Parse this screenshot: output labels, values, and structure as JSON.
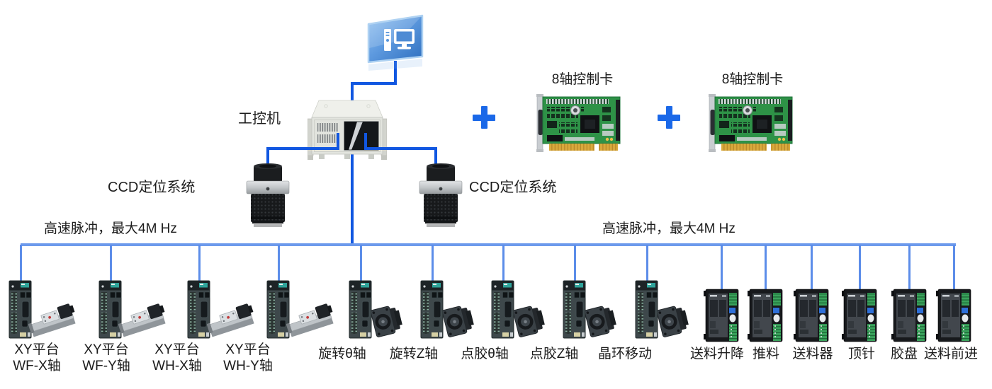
{
  "title_area": {
    "host_icon": "computer-icon",
    "ipc_label": "工控机",
    "card_labels": [
      "8轴控制卡",
      "8轴控制卡"
    ],
    "ccd_labels": [
      "CCD定位系统",
      "CCD定位系统"
    ],
    "icons": {
      "plus": "+"
    }
  },
  "bus_notes": {
    "left": "高速脉冲，最大4M Hz",
    "right": "高速脉冲，最大4M Hz"
  },
  "colors": {
    "trunk_line": "#1157E1",
    "bus_line": "#6D9AEC",
    "drop_line": "#5C8DE9",
    "accent_plus": "#1A68E8",
    "pcb_green": "#2E9247",
    "label_text": "#1C1C1C"
  },
  "devices": [
    {
      "type": "servo-stage",
      "label_lines": [
        "XY平台",
        "WF-X轴"
      ]
    },
    {
      "type": "servo-stage",
      "label_lines": [
        "XY平台",
        "WF-Y轴"
      ]
    },
    {
      "type": "servo-stage",
      "label_lines": [
        "XY平台",
        "WH-X轴"
      ]
    },
    {
      "type": "servo-stage",
      "label_lines": [
        "XY平台",
        "WH-Y轴"
      ]
    },
    {
      "type": "servo-motor",
      "label_lines": [
        "旋转θ轴"
      ]
    },
    {
      "type": "servo-motor",
      "label_lines": [
        "旋转Z轴"
      ]
    },
    {
      "type": "servo-motor",
      "label_lines": [
        "点胶θ轴"
      ]
    },
    {
      "type": "servo-motor",
      "label_lines": [
        "点胶Z轴"
      ]
    },
    {
      "type": "servo-motor",
      "label_lines": [
        "晶环移动"
      ]
    },
    {
      "type": "stepper",
      "label_lines": [
        "送料升降"
      ]
    },
    {
      "type": "stepper",
      "label_lines": [
        "推料"
      ]
    },
    {
      "type": "stepper",
      "label_lines": [
        "送料器"
      ]
    },
    {
      "type": "stepper",
      "label_lines": [
        "顶针"
      ]
    },
    {
      "type": "stepper",
      "label_lines": [
        "胶盘"
      ]
    },
    {
      "type": "stepper",
      "label_lines": [
        "送料前进"
      ]
    }
  ]
}
